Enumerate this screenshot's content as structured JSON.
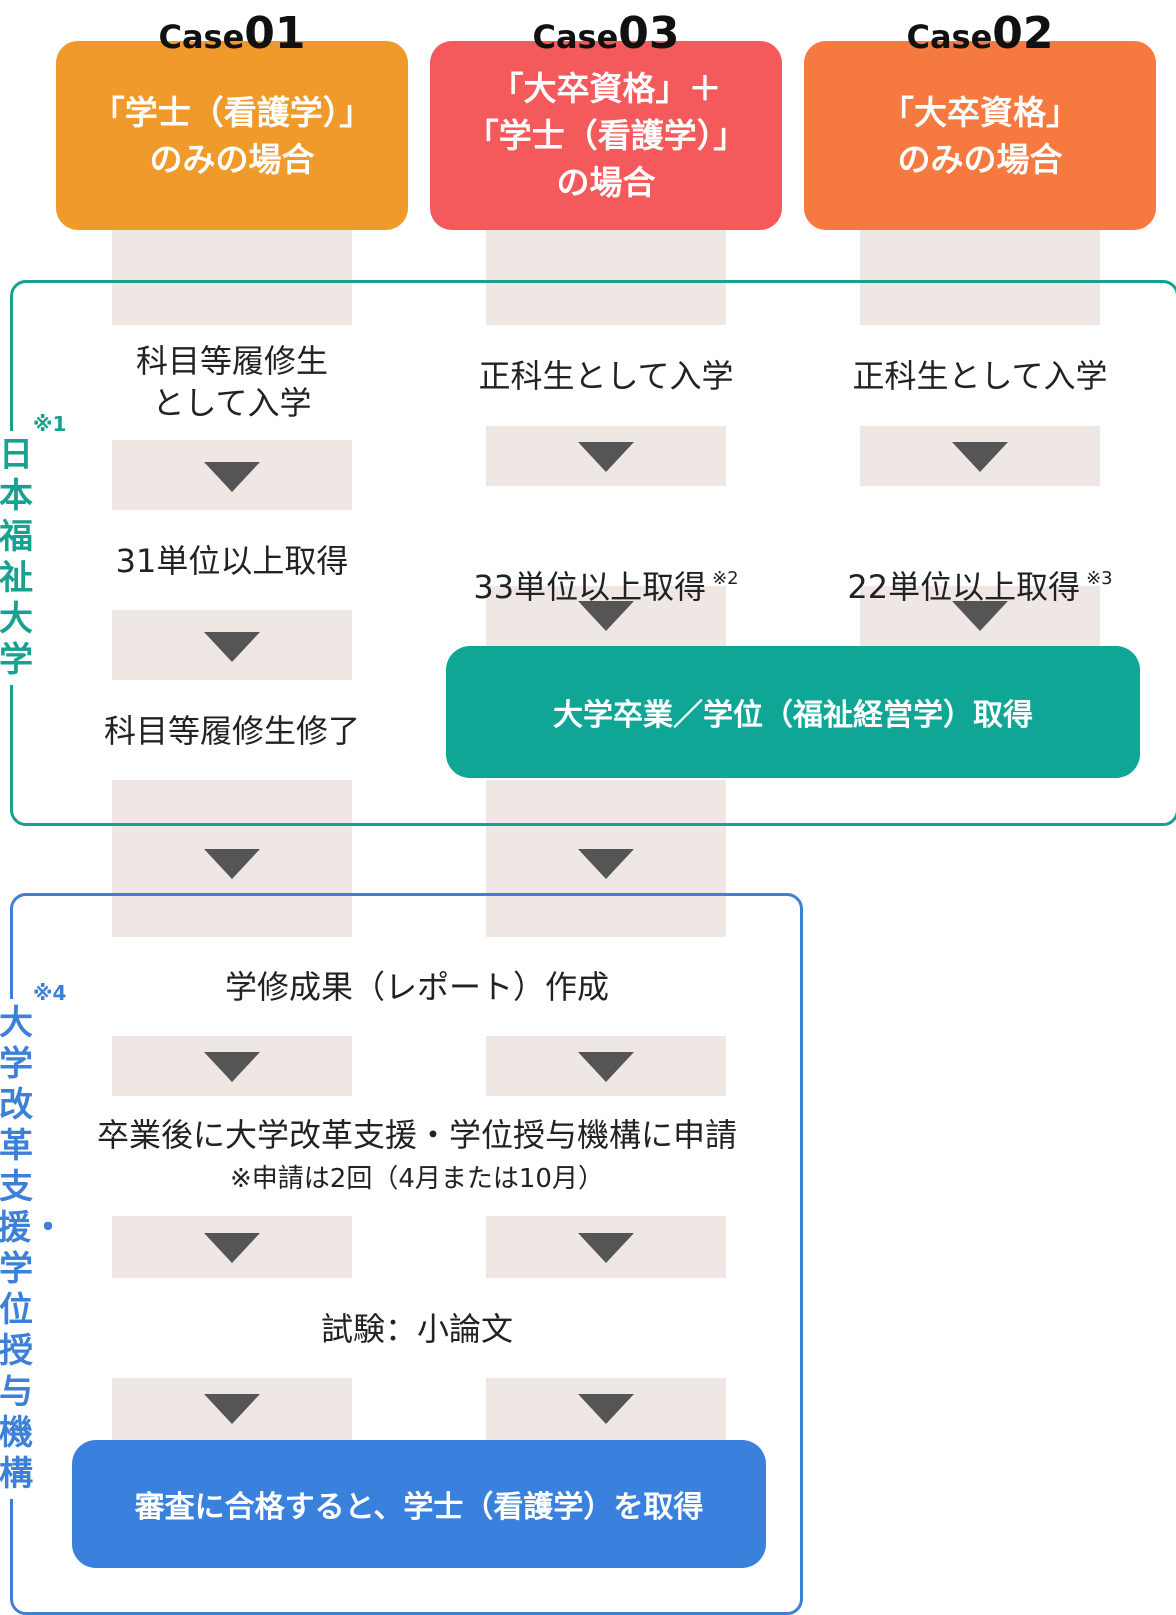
{
  "cases": [
    {
      "prefix": "Case",
      "number": "01",
      "text": "「学士（看護学）」\nのみの場合",
      "color": "#f19a2c"
    },
    {
      "prefix": "Case",
      "number": "03",
      "text": "「大卒資格」＋\n「学士（看護学）」\nの場合",
      "color": "#f45a5b"
    },
    {
      "prefix": "Case",
      "number": "02",
      "text": "「大卒資格」\nのみの場合",
      "color": "#f6793f"
    }
  ],
  "section1": {
    "label": "日本福祉大学",
    "note": "※1",
    "color": "#17a190"
  },
  "section2": {
    "label": "大学改革支援・学位授与機構",
    "note": "※4",
    "color": "#3d80d8"
  },
  "case01_steps": [
    "科目等履修生\nとして入学",
    "31単位以上取得",
    "科目等履修生修了"
  ],
  "case03_steps": {
    "enroll": "正科生として入学",
    "credits": "33単位以上取得",
    "credits_note": "※2"
  },
  "case02_steps": {
    "enroll": "正科生として入学",
    "credits": "22単位以上取得",
    "credits_note": "※3"
  },
  "graduation": "大学卒業／学位（福祉経営学）取得",
  "shared_steps": {
    "report": "学修成果（レポート）作成",
    "apply": "卒業後に大学改革支援・学位授与機構に申請",
    "apply_note": "※申請は2回（4月または10月）",
    "exam": "試験：小論文"
  },
  "final": "審査に合格すると、学士（看護学）を取得",
  "colors": {
    "column": "#efe7e4",
    "arrow": "#555555",
    "graduation": "#0fa696",
    "final": "#3a80dd"
  }
}
